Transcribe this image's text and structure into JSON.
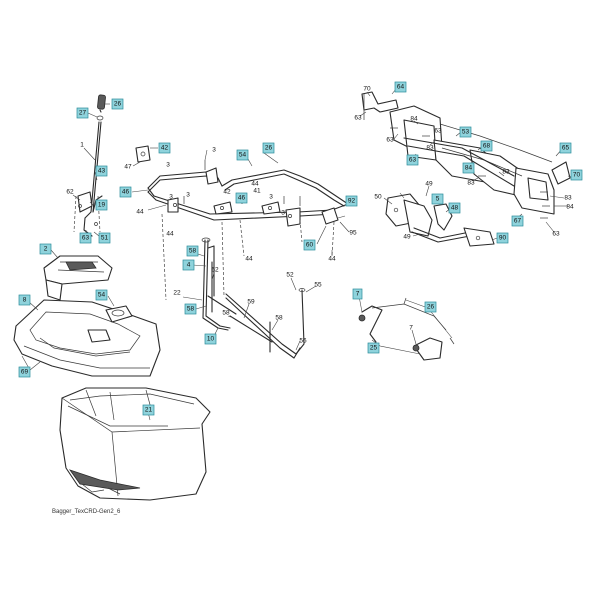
{
  "caption": "Bagger_TexCRD-Gen2_6",
  "callouts": {
    "c26a": "26",
    "c27": "27",
    "c1": "1",
    "c43": "43",
    "c62": "62",
    "c19": "19",
    "c63a": "63",
    "c51": "51",
    "c42a": "42",
    "c47": "47",
    "c3a": "3",
    "c54": "54",
    "c46a": "46",
    "c3b": "3",
    "c3c": "3",
    "c44a": "44",
    "c42b": "42",
    "c46b": "46",
    "c44b": "44",
    "c41": "41",
    "c3d": "3",
    "c3e": "3",
    "c44c": "44",
    "c95": "95",
    "c60": "60",
    "c44d": "44",
    "c92": "92",
    "c58a": "58",
    "c4": "4",
    "c44e": "44",
    "c22": "22",
    "c58b": "58",
    "c10": "10",
    "c59": "59",
    "c52": "52",
    "c55": "55",
    "c58c": "58",
    "c56": "56",
    "c2": "2",
    "c8": "8",
    "c69": "69",
    "c21": "21",
    "c70a": "70",
    "c64": "64",
    "c63b": "63",
    "c84a": "84",
    "c63c": "63",
    "c63d": "63",
    "c53": "53",
    "c83a": "83",
    "c68": "68",
    "c84b": "84",
    "c83b": "83",
    "c65": "65",
    "c70b": "70",
    "c83c": "83",
    "c84c": "84",
    "c67": "67",
    "c63e": "63",
    "c50": "50",
    "c49a": "49",
    "c5": "5",
    "c48": "48",
    "c49b": "49",
    "c90": "90",
    "c7a": "7",
    "c26b": "26",
    "c7b": "7",
    "c25": "25"
  },
  "colors": {
    "callout_fill": "#8fd3dc",
    "callout_stroke": "#2a8d9a",
    "line": "#2b2b2b"
  }
}
